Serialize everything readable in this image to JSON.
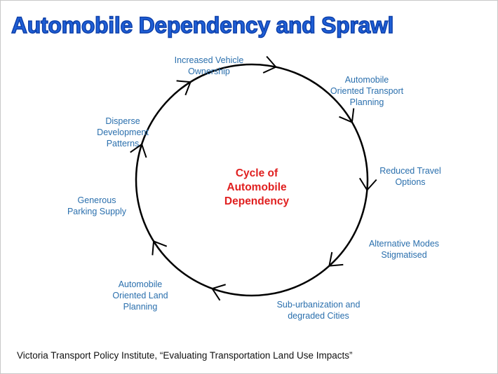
{
  "title": "Automobile Dependency and Sprawl",
  "center_label": "Cycle of\nAutomobile\nDependency",
  "steps": [
    {
      "label": "Increased Vehicle\nOwnership"
    },
    {
      "label": "Automobile\nOriented Transport\nPlanning"
    },
    {
      "label": "Reduced Travel\nOptions"
    },
    {
      "label": "Alternative Modes\nStigmatised"
    },
    {
      "label": "Sub-urbanization and\ndegraded Cities"
    },
    {
      "label": "Automobile\nOriented Land\nPlanning"
    },
    {
      "label": "Generous\nParking Supply"
    },
    {
      "label": "Disperse\nDevelopment\nPatterns"
    }
  ],
  "source": "Victoria Transport Policy Institute, “Evaluating Transportation Land Use Impacts”",
  "colors": {
    "title": "#1f5fd6",
    "step_text": "#2a6fad",
    "center_text": "#e02020",
    "circle": "#000000"
  }
}
